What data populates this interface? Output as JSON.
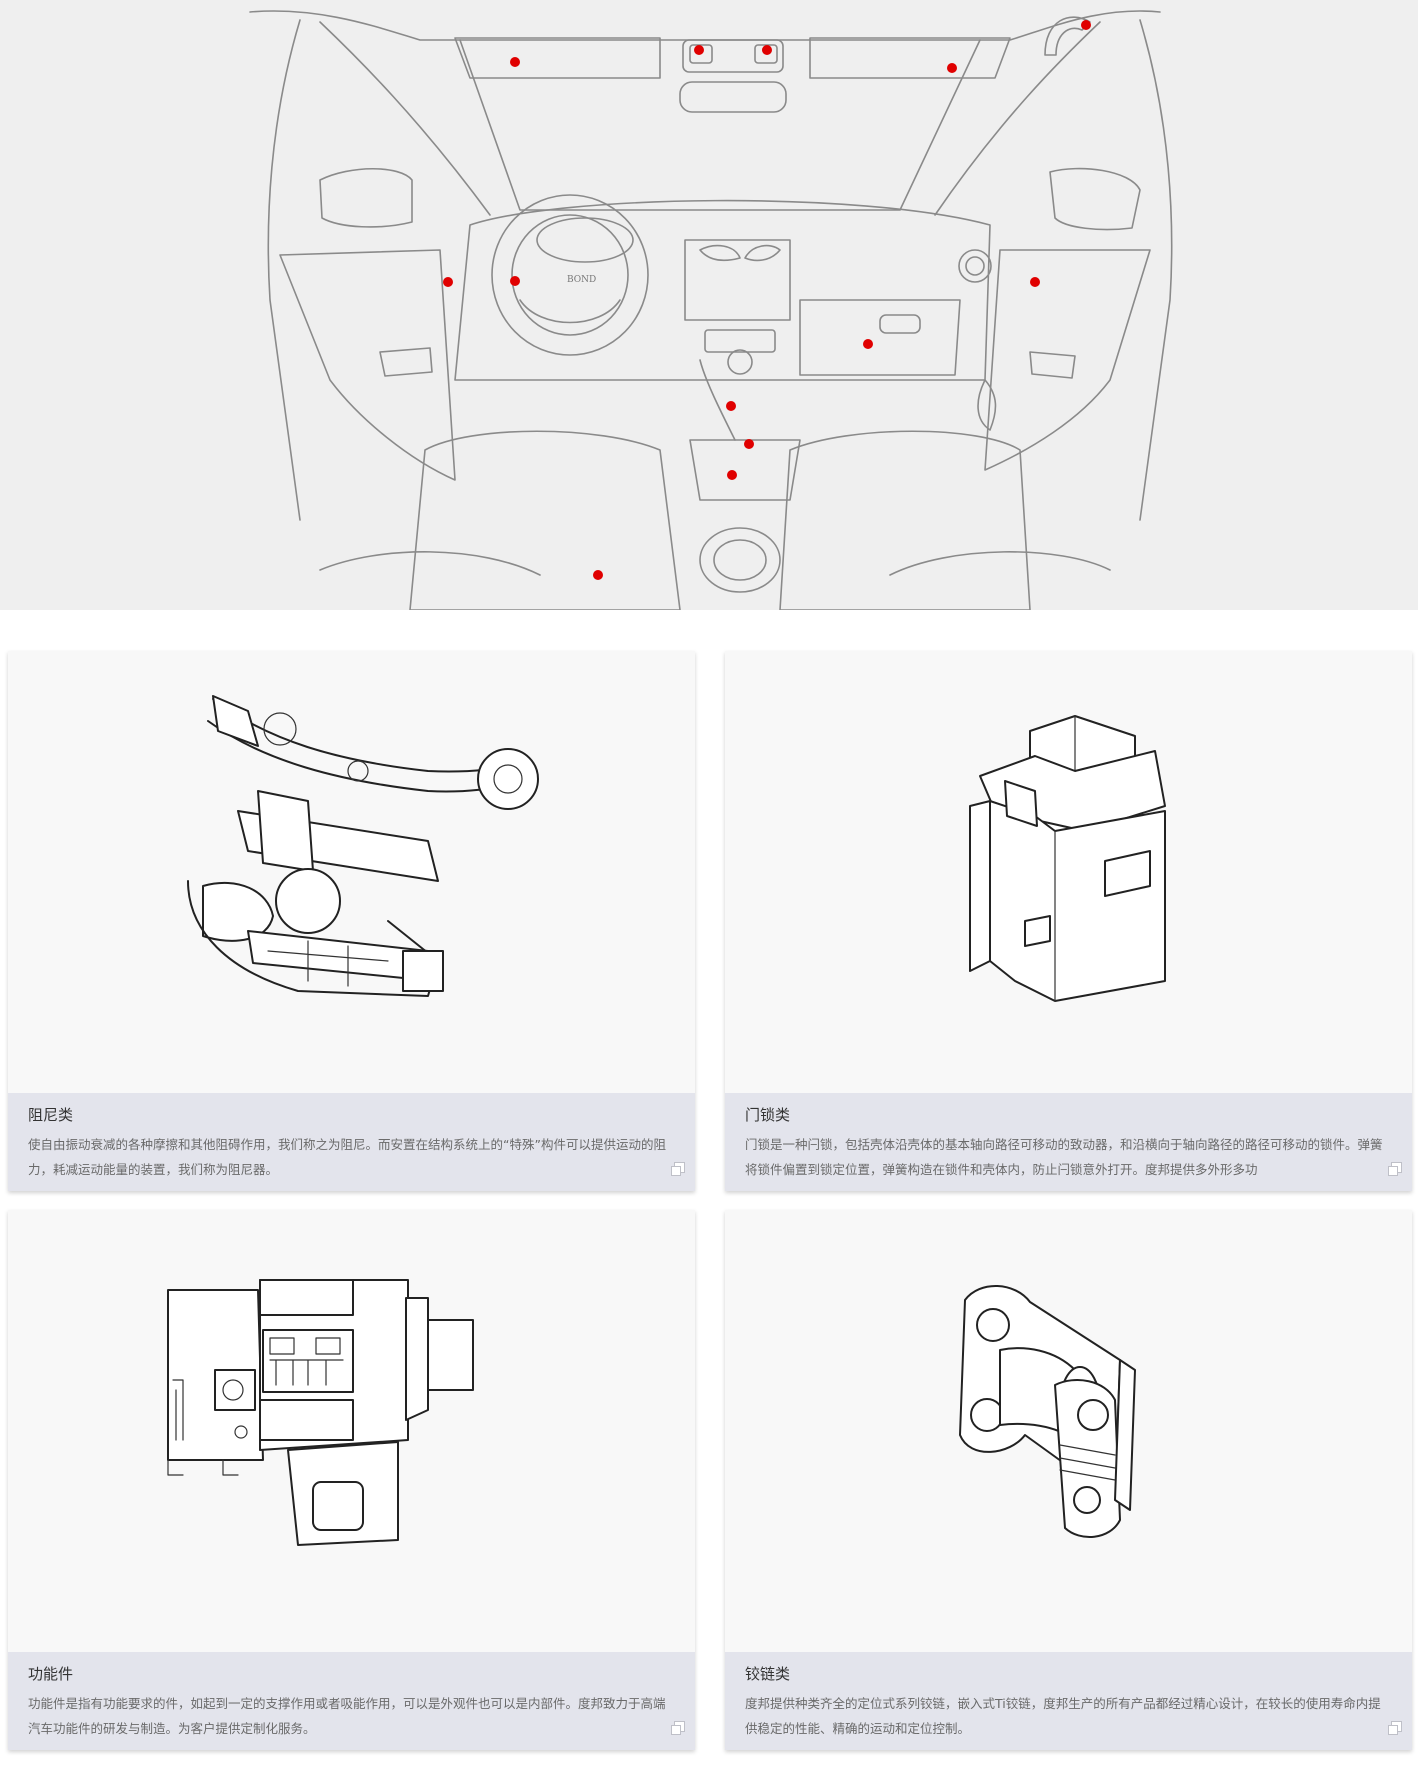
{
  "hero": {
    "hotspot_color": "#e00000",
    "hotspots": [
      {
        "name": "sun-visor-left"
      },
      {
        "name": "reading-light-left"
      },
      {
        "name": "reading-light-right"
      },
      {
        "name": "sun-visor-right"
      },
      {
        "name": "grab-handle"
      },
      {
        "name": "door-handle-left"
      },
      {
        "name": "steering-wheel"
      },
      {
        "name": "door-handle-right"
      },
      {
        "name": "glove-box"
      },
      {
        "name": "gear-shifter"
      },
      {
        "name": "handbrake"
      },
      {
        "name": "armrest-console"
      },
      {
        "name": "seat-adjuster"
      }
    ]
  },
  "products": [
    {
      "title": "阻尼类",
      "description": "使自由振动衰减的各种摩擦和其他阻碍作用，我们称之为阻尼。而安置在结构系统上的“特殊”构件可以提供运动的阻力，耗减运动能量的装置，我们称为阻尼器。",
      "icon": "damper-illustration"
    },
    {
      "title": "门锁类",
      "description": "门锁是一种闩锁，包括壳体沿壳体的基本轴向路径可移动的致动器，和沿横向于轴向路径的路径可移动的锁件。弹簧将锁件偏置到锁定位置，弹簧构造在锁件和壳体内，防止闩锁意外打开。度邦提供多外形多功",
      "icon": "door-latch-illustration"
    },
    {
      "title": "功能件",
      "description": "功能件是指有功能要求的件，如起到一定的支撑作用或者吸能作用，可以是外观件也可以是内部件。度邦致力于高端汽车功能件的研发与制造。为客户提供定制化服务。",
      "icon": "functional-part-illustration"
    },
    {
      "title": "铰链类",
      "description": "度邦提供种类齐全的定位式系列铰链，嵌入式Ti铰链，度邦生产的所有产品都经过精心设计，在较长的使用寿命内提供稳定的性能、精确的运动和定位控制。",
      "icon": "hinge-illustration"
    }
  ]
}
